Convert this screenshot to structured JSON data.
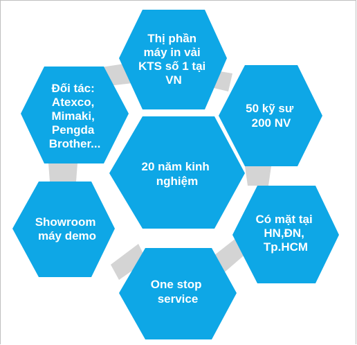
{
  "colors": {
    "hex_fill": "#0ea7e6",
    "connector_fill": "#d4d4d4",
    "text": "#ffffff"
  },
  "center": {
    "lines": [
      "20 năm kinh",
      "nghiệm"
    ]
  },
  "outer": [
    {
      "id": "market",
      "lines": [
        "Thị phần",
        "máy in vải",
        "KTS số 1 tại",
        "VN"
      ]
    },
    {
      "id": "engineers",
      "lines": [
        "50 kỹ sư",
        "200 NV"
      ]
    },
    {
      "id": "presence",
      "lines": [
        "Có mặt tại",
        "HN,ĐN,",
        "Tp.HCM"
      ]
    },
    {
      "id": "service",
      "lines": [
        "One stop",
        "service"
      ]
    },
    {
      "id": "showroom",
      "lines": [
        "Showroom",
        "máy demo"
      ]
    },
    {
      "id": "partners",
      "lines": [
        "Đối tác:",
        "Atexco,",
        "Mimaki,",
        "Pengda",
        "Brother..."
      ]
    }
  ]
}
